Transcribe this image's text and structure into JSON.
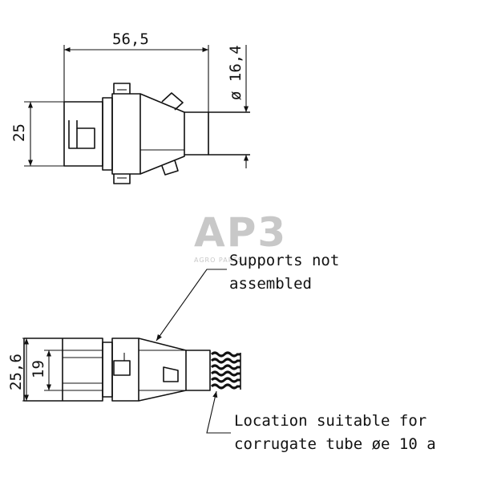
{
  "top_view": {
    "length_dim": "56,5",
    "height_dim": "25",
    "diameter_dim": "ø 16,4"
  },
  "bottom_view": {
    "outer_height_dim": "25,6",
    "inner_height_dim": "19",
    "note_supports": {
      "line1": "Supports not",
      "line2": "assembled"
    },
    "note_location": {
      "line1": "Location suitable for",
      "line2": "corrugate tube øe 10 a"
    }
  },
  "watermark": {
    "logo": "AP3",
    "tagline": "AGRO PARTS"
  }
}
